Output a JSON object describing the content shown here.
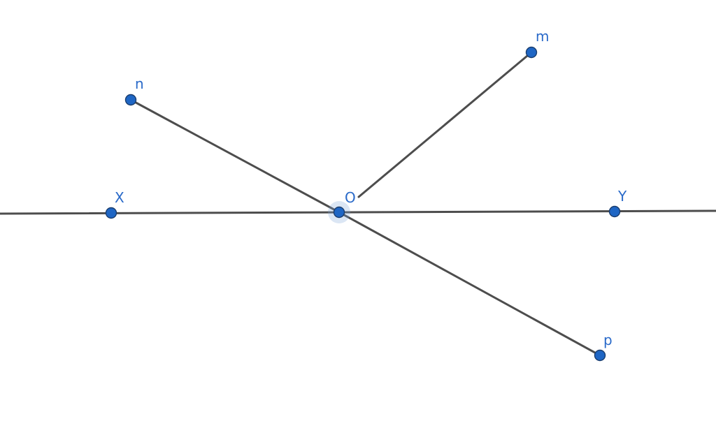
{
  "colors": {
    "point_fill": "#1f66c4",
    "label": "#2a6ac9",
    "line": "#4d4d4d",
    "selection_halo": "#7ea4d8"
  },
  "selected_point": "O",
  "points": [
    {
      "id": "O",
      "label": "O"
    },
    {
      "id": "X",
      "label": "X"
    },
    {
      "id": "Y",
      "label": "Y"
    },
    {
      "id": "m",
      "label": "m"
    },
    {
      "id": "n",
      "label": "n"
    },
    {
      "id": "p",
      "label": "p"
    }
  ],
  "segments": [
    {
      "id": "line-XY",
      "type": "line",
      "through": [
        "X",
        "Y"
      ]
    },
    {
      "id": "segment-On",
      "type": "segment",
      "from": "O",
      "to": "n"
    },
    {
      "id": "segment-Op",
      "type": "segment",
      "from": "O",
      "to": "p"
    },
    {
      "id": "segment-Om",
      "type": "segment",
      "from": "O",
      "to": "m"
    }
  ]
}
